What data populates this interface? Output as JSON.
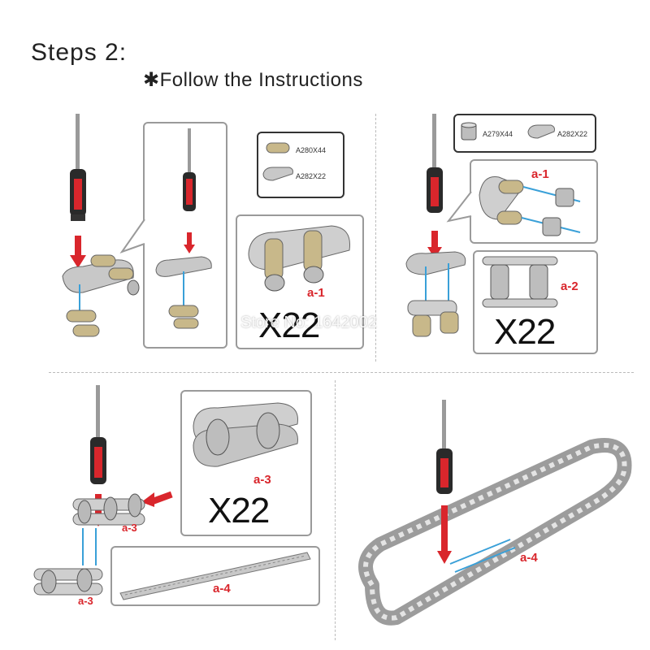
{
  "header": {
    "title": "Steps 2:",
    "subtitle": "✱Follow the Instructions"
  },
  "parts": {
    "a280": "A280X44",
    "a282": "A282X22",
    "a279": "A279X44"
  },
  "labels": {
    "a1": "a-1",
    "a2": "a-2",
    "a3": "a-3",
    "a4": "a-4"
  },
  "quantities": {
    "panel1": "X22",
    "panel2": "X22",
    "panel3": "X22"
  },
  "watermark": "Store No: 1642002",
  "colors": {
    "accent_red": "#d9262c",
    "guide_blue": "#3aa0d8",
    "panel_border": "#9a9a9a",
    "metal": "#b9b9b9",
    "brass": "#c8b88a"
  },
  "icons": [
    "screwdriver-icon",
    "arrow-down-icon",
    "chain-link-icon",
    "pin-icon",
    "bushing-icon",
    "chain-loop-icon"
  ]
}
